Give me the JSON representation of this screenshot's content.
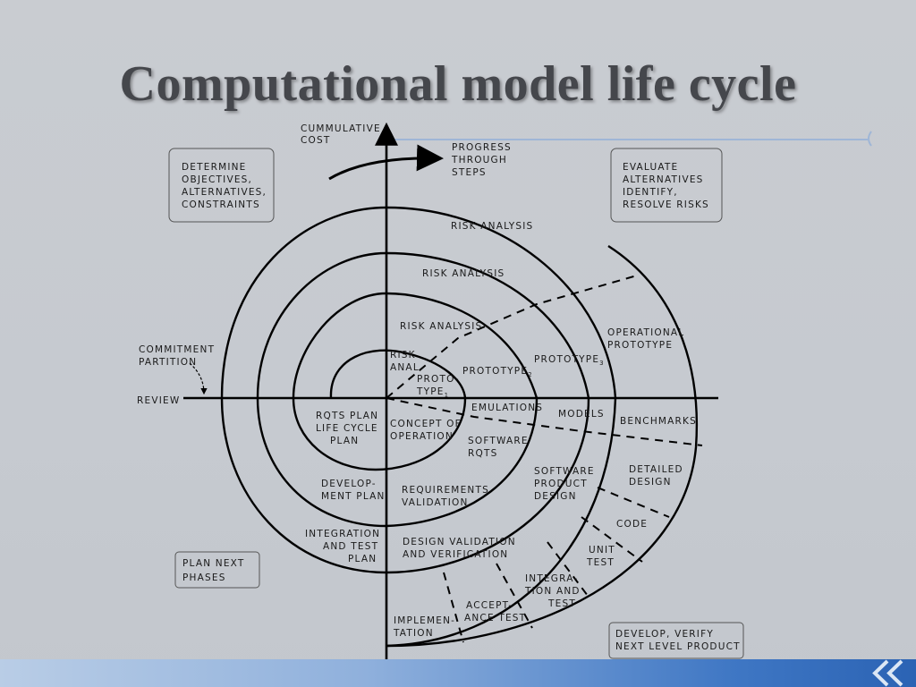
{
  "title": "Computational model life cycle",
  "diagram": {
    "axis_top": [
      "CUMMULATIVE",
      "COST"
    ],
    "progress": [
      "PROGRESS",
      "THROUGH",
      "STEPS"
    ],
    "box_top_left": [
      "DETERMINE",
      "OBJECTIVES,",
      "ALTERNATIVES,",
      "CONSTRAINTS"
    ],
    "box_top_right": [
      "EVALUATE",
      "ALTERNATIVES",
      "IDENTIFY,",
      "RESOLVE RISKS"
    ],
    "box_bottom_left": [
      "PLAN NEXT",
      "PHASES"
    ],
    "box_bottom_right": [
      "DEVELOP, VERIFY",
      "NEXT LEVEL PRODUCT"
    ],
    "commitment": [
      "COMMITMENT",
      "PARTITION"
    ],
    "review": "REVIEW",
    "risk_analysis": "RISK ANALYSIS",
    "risk_anal": [
      "RISK",
      "ANAL."
    ],
    "proto_type": [
      "PROTO-",
      "TYPE",
      "1"
    ],
    "prototype2": [
      "PROTOTYPE",
      "2"
    ],
    "prototype3": [
      "PROTOTYPE",
      "3"
    ],
    "operational_prototype": [
      "OPERATIONAL",
      "PROTOTYPE"
    ],
    "emulations": "EMULATIONS",
    "models": "MODELS",
    "benchmarks": "BENCHMARKS",
    "rqts_plan": [
      "RQTS PLAN",
      "LIFE CYCLE",
      "PLAN"
    ],
    "concept": [
      "CONCEPT OF",
      "OPERATION"
    ],
    "software_rqts": [
      "SOFTWARE",
      "RQTS"
    ],
    "develop_plan": [
      "DEVELOP-",
      "MENT PLAN"
    ],
    "req_validation": [
      "REQUIREMENTS",
      "VALIDATION"
    ],
    "sw_product_design": [
      "SOFTWARE",
      "PRODUCT",
      "DESIGN"
    ],
    "detailed_design": [
      "DETAILED",
      "DESIGN"
    ],
    "code": "CODE",
    "integration_plan": [
      "INTEGRATION",
      "AND TEST",
      "PLAN"
    ],
    "design_validation": [
      "DESIGN VALIDATION",
      "AND VERIFICATION"
    ],
    "unit_test": [
      "UNIT",
      "TEST"
    ],
    "integration_test": [
      "INTEGRA-",
      "TION AND",
      "TEST"
    ],
    "acceptance_test": [
      "ACCEPT-",
      "ANCE TEST"
    ],
    "implementation": [
      "IMPLEMEN-",
      "TATION"
    ]
  }
}
